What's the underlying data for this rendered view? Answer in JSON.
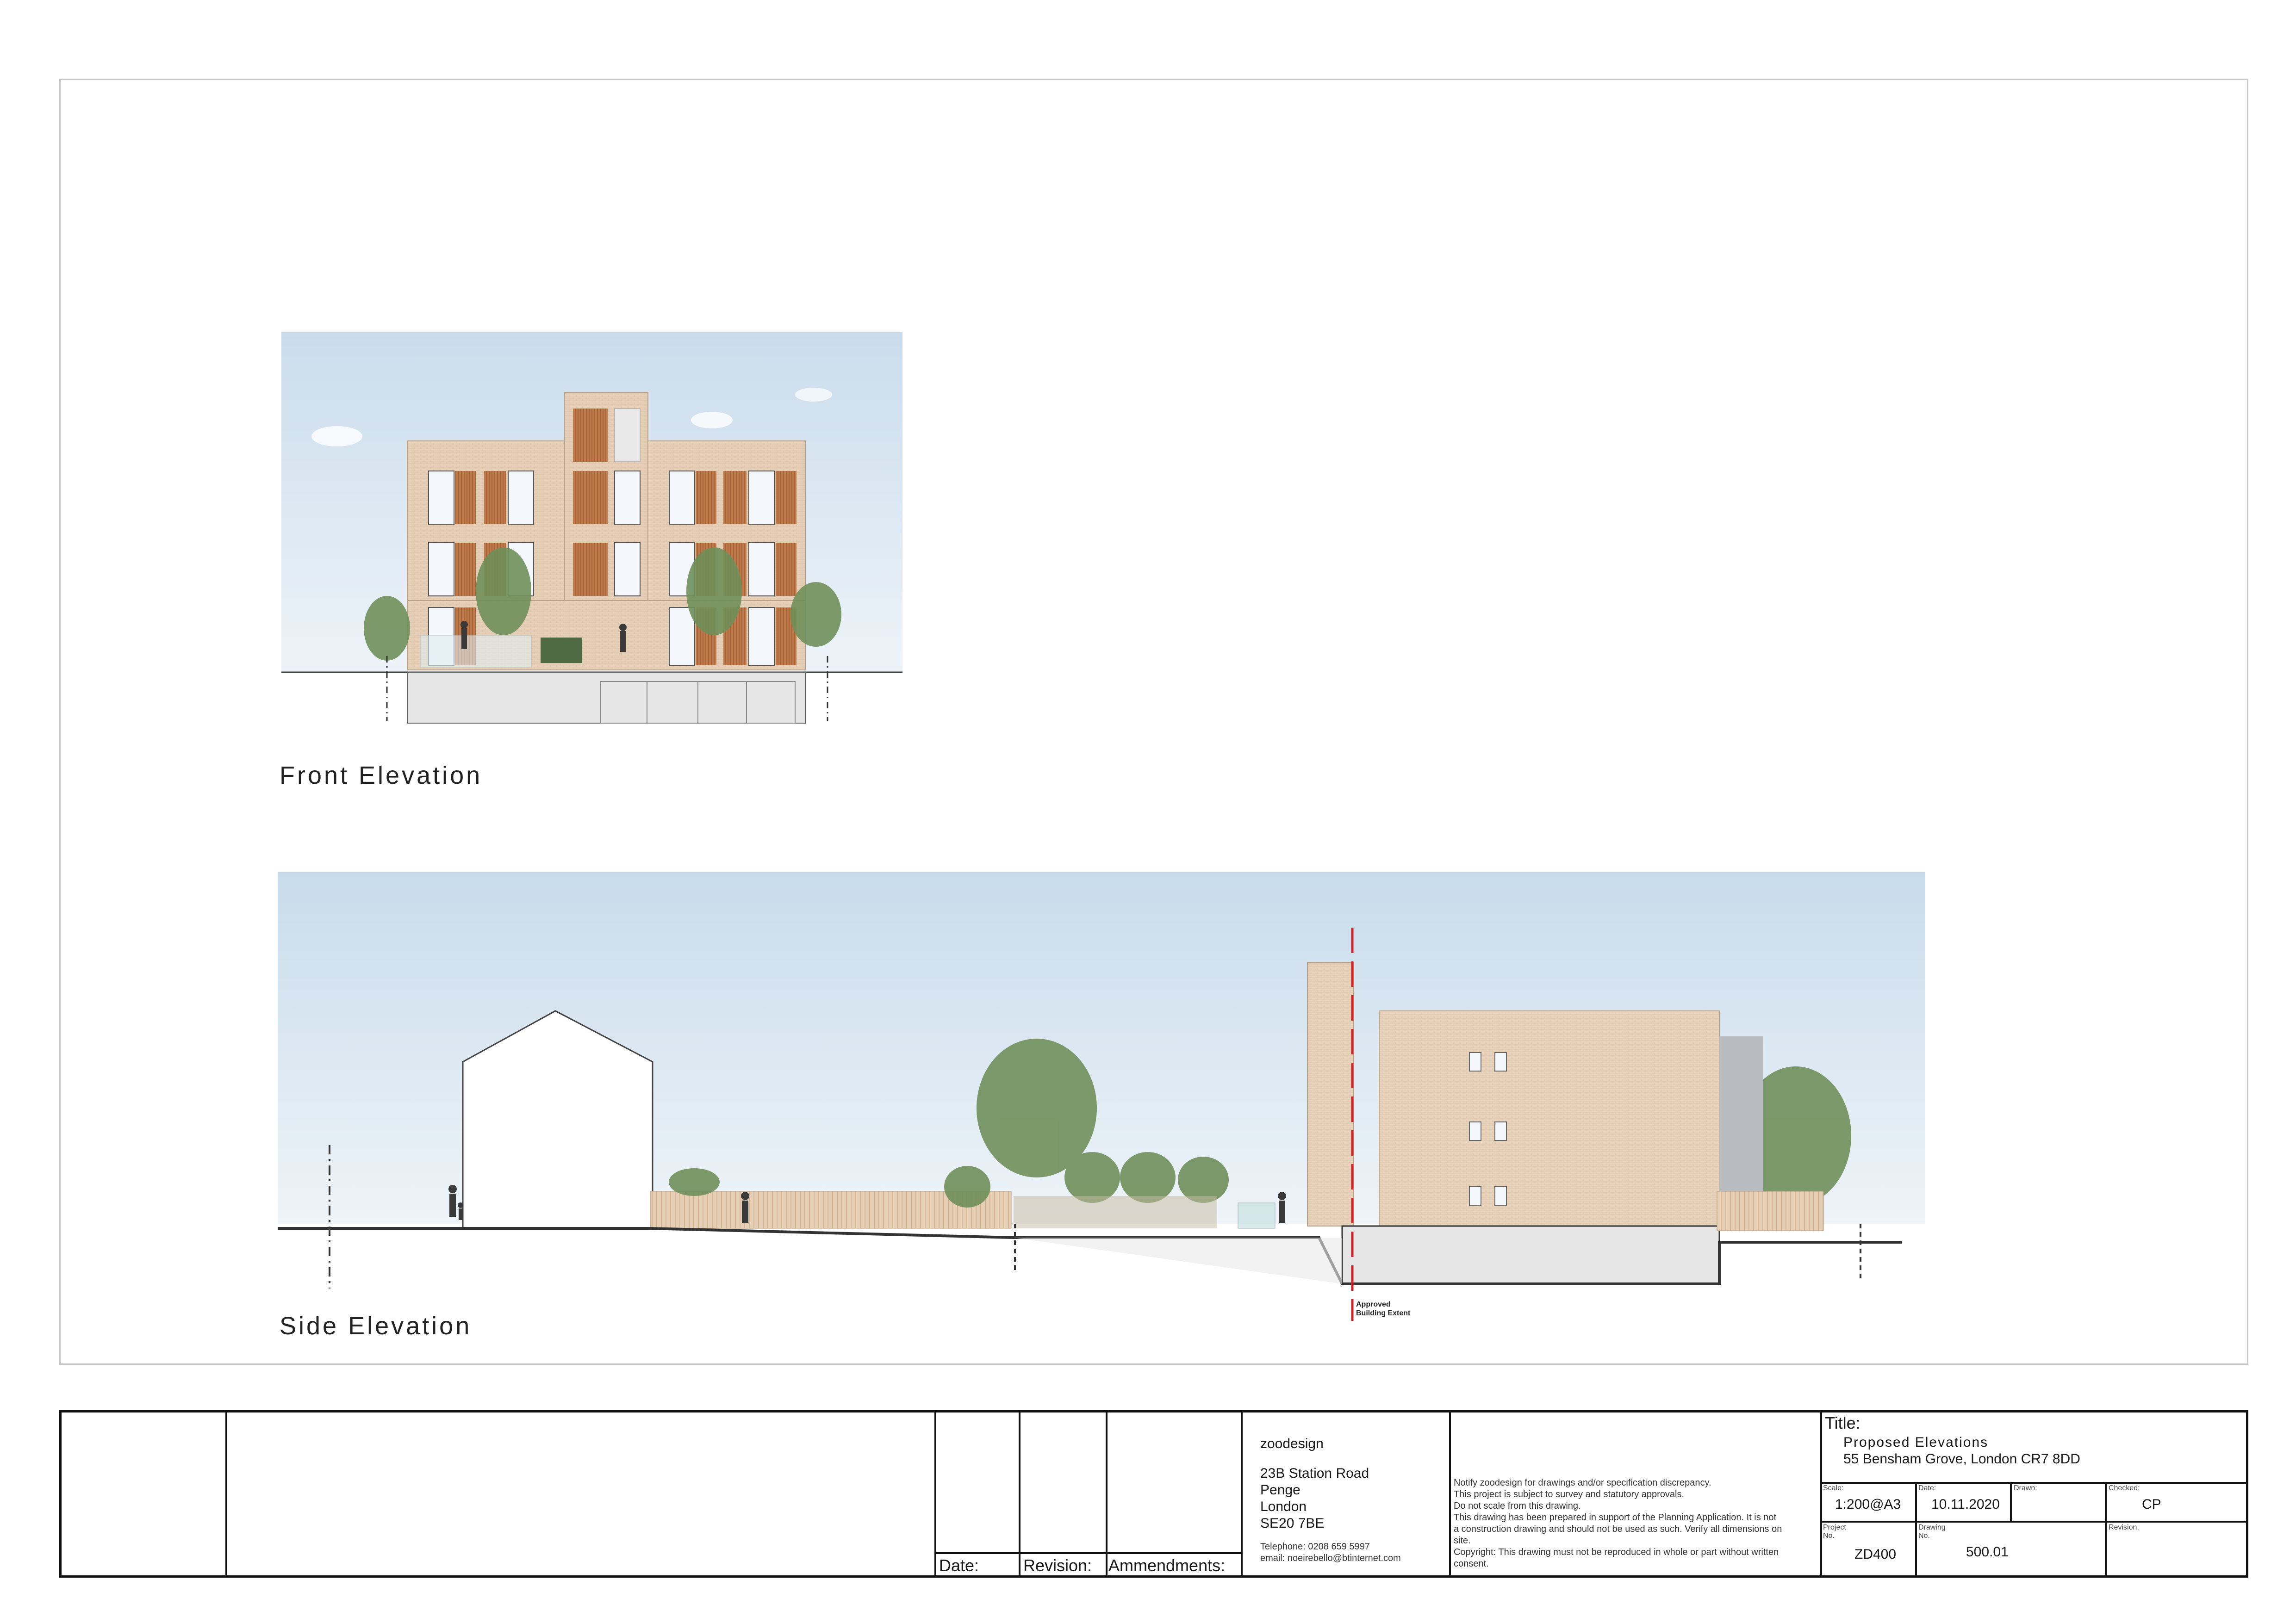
{
  "front_elevation": {
    "caption": "Front Elevation"
  },
  "side_elevation": {
    "caption": "Side Elevation",
    "annotation_line1": "Approved",
    "annotation_line2": "Building Extent"
  },
  "title_block": {
    "date_label": "Date:",
    "revision_label": "Revision:",
    "amendments_label": "Ammendments:",
    "company": {
      "name": "zoodesign",
      "address_lines": [
        "23B Station Road",
        "Penge",
        "London",
        "SE20 7BE"
      ],
      "telephone": "Telephone: 0208 659 5997",
      "email": "email: noeirebello@btinternet.com"
    },
    "notes": [
      "Notify zoodesign for drawings and/or specification discrepancy.",
      "This project is subject to survey and statutory approvals.",
      "Do not scale from this drawing.",
      "This drawing has been prepared in support of the Planning Application. It is not",
      "a construction drawing and should not be used as such. Verify all dimensions on",
      "site.",
      "Copyright: This drawing must not be reproduced in whole or part without written",
      "consent."
    ],
    "title_label": "Title:",
    "title": "Proposed Elevations",
    "site_address": "55 Bensham Grove, London CR7 8DD",
    "scale_label": "Scale:",
    "scale": "1:200@A3",
    "date_field_label": "Date:",
    "date": "10.11.2020",
    "drawn_label": "Drawn:",
    "drawn": "",
    "checked_label": "Checked:",
    "checked": "CP",
    "project_no_label": "Project No.",
    "project_no": "ZD400",
    "drawing_no_label": "Drawing No.",
    "drawing_no": "500.01",
    "revision_field_label": "Revision:",
    "revision": ""
  },
  "colors": {
    "sky_top": "#cfe0ee",
    "sky_bottom": "#eef4f8",
    "brick": "#e4cdb6",
    "timber": "#c07a4a",
    "tree": "#6f8f5a",
    "red_line": "#d1242a"
  }
}
